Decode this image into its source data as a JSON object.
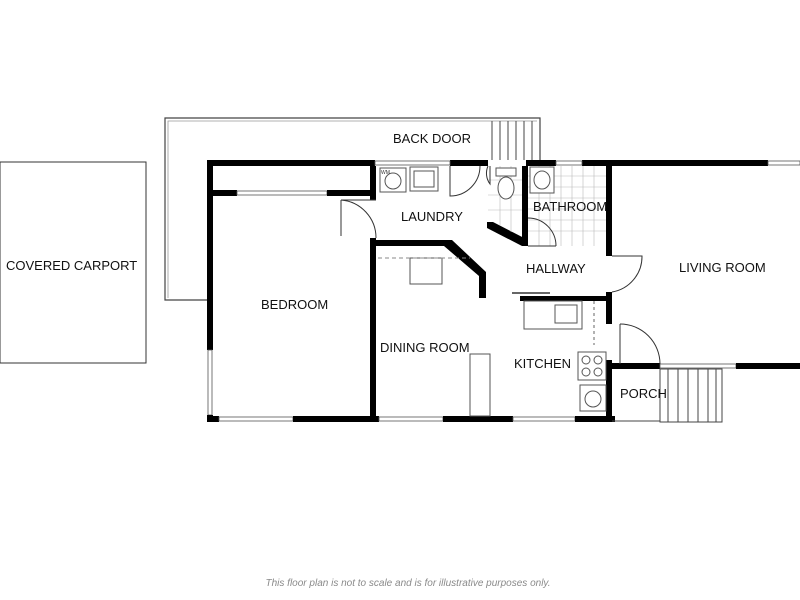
{
  "rooms": {
    "back_door": "BACK DOOR",
    "covered_carport": "COVERED CARPORT",
    "laundry": "LAUNDRY",
    "bathroom": "BATHROOM",
    "bedroom": "BEDROOM",
    "hallway": "HALLWAY",
    "living_room": "LIVING ROOM",
    "dining_room": "DINING ROOM",
    "kitchen": "KITCHEN",
    "porch": "PORCH"
  },
  "fixtures": {
    "washer_mark": "WM"
  },
  "disclaimer": "This floor plan is not to scale and is for illustrative purposes only."
}
